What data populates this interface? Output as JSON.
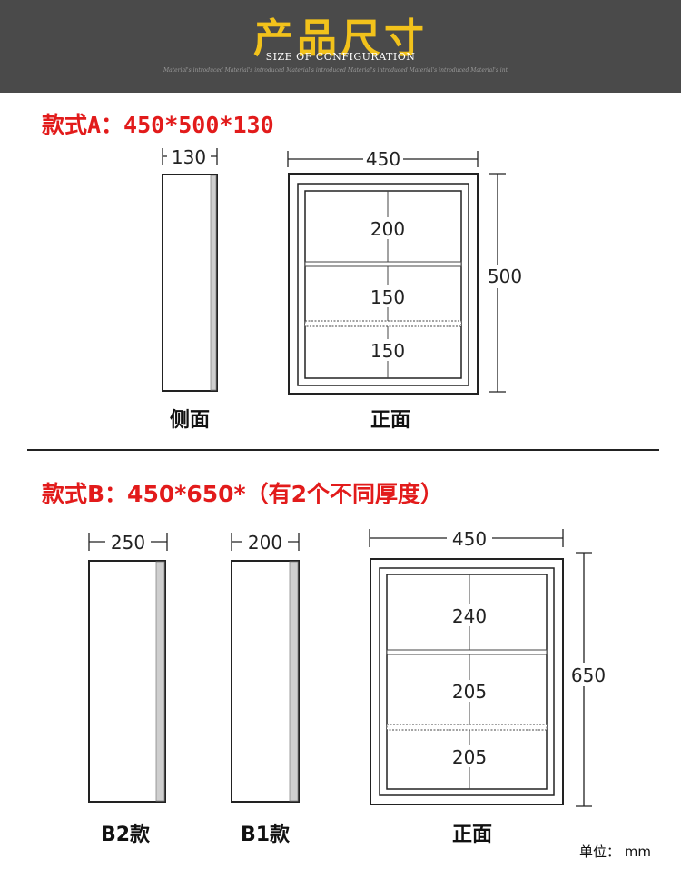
{
  "header": {
    "title": "产品尺寸",
    "subtitle": "SIZE OF CONFIGURATION",
    "decoration": "Material's introduced Material's introduced Material's introduced Material's introduced Material's introduced Material's introduced"
  },
  "variant_a": {
    "title": "款式A：450*500*130",
    "side": {
      "width": "130",
      "label": "侧面"
    },
    "front": {
      "width": "450",
      "height": "500",
      "label": "正面",
      "shelves": [
        "200",
        "150",
        "150"
      ]
    }
  },
  "variant_b": {
    "title": "款式B：450*650*（有2个不同厚度）",
    "side_b2": {
      "width": "250",
      "label": "B2款"
    },
    "side_b1": {
      "width": "200",
      "label": "B1款"
    },
    "front": {
      "width": "450",
      "height": "650",
      "label": "正面",
      "shelves": [
        "240",
        "205",
        "205"
      ]
    }
  },
  "unit": "单位： mm",
  "colors": {
    "header_bg": "#4a4a4a",
    "title_gold": "#f2c21b",
    "variant_red": "#e21b1b"
  }
}
